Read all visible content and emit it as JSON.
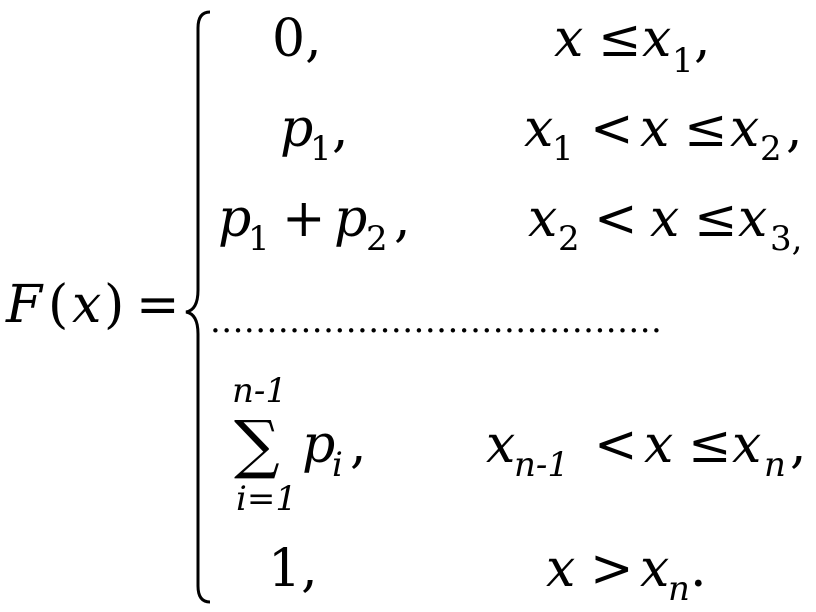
{
  "formula": {
    "lhs": {
      "func": "F",
      "open": "(",
      "var": "x",
      "close": ")",
      "equals": "="
    },
    "rows": [
      {
        "value": [
          "0,"
        ],
        "cond": [
          "x",
          "≤",
          "x",
          "1",
          ","
        ]
      },
      {
        "value": [
          "p",
          "1",
          ","
        ],
        "cond": [
          "x",
          "1",
          "<",
          "x",
          "≤",
          "x",
          "2",
          ","
        ]
      },
      {
        "value": [
          "p",
          "1",
          "+",
          "p",
          "2",
          ","
        ],
        "cond": [
          "x",
          "2",
          "<",
          "x",
          "≤",
          "x",
          "3,"
        ]
      },
      {
        "dots": "........................................"
      },
      {
        "sum_upper": "n-1",
        "sum_symbol": "∑",
        "sum_lower": "i=1",
        "value": [
          "p",
          "i",
          ","
        ],
        "cond": [
          "x",
          "n-1",
          "<",
          "x",
          "≤",
          "x",
          "n",
          ","
        ]
      },
      {
        "value": [
          "1,"
        ],
        "cond": [
          "x",
          ">",
          "x",
          "n",
          "."
        ]
      }
    ]
  }
}
